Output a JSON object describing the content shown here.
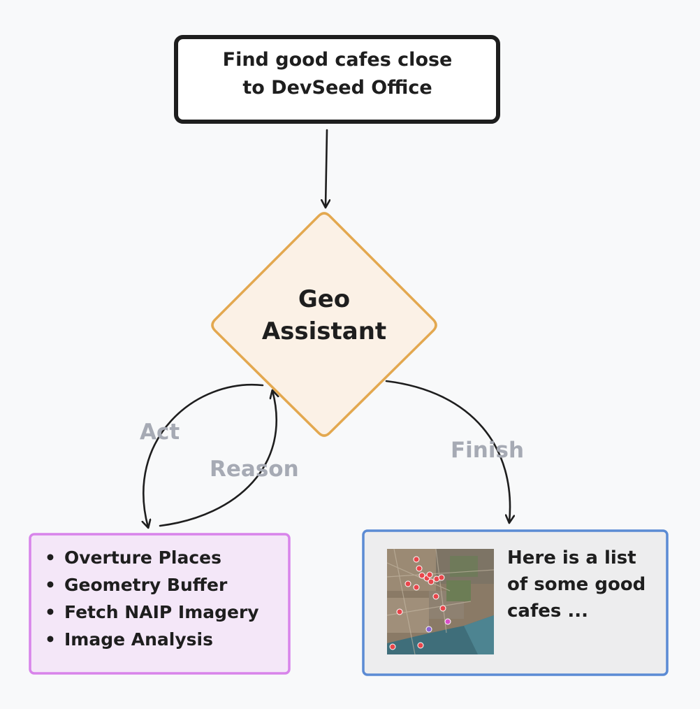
{
  "query_box": {
    "text": "Find good cafes close\nto DevSeed Office"
  },
  "assistant_node": {
    "text": "Geo\nAssistant",
    "fill_color": "#fbf1e6",
    "stroke_color": "#e3a84f"
  },
  "edges": {
    "act_label": "Act",
    "reason_label": "Reason",
    "finish_label": "Finish"
  },
  "tools_box": {
    "items": [
      "Overture Places",
      "Geometry Buffer",
      "Fetch NAIP Imagery",
      "Image Analysis"
    ],
    "fill_color": "#f4e7f8",
    "stroke_color": "#d884ea"
  },
  "result_box": {
    "text": "Here is a list\nof some good\ncafes ...",
    "fill_color": "#ededee",
    "stroke_color": "#5b8bd4",
    "map_icon": "satellite-map-with-cafe-markers"
  }
}
